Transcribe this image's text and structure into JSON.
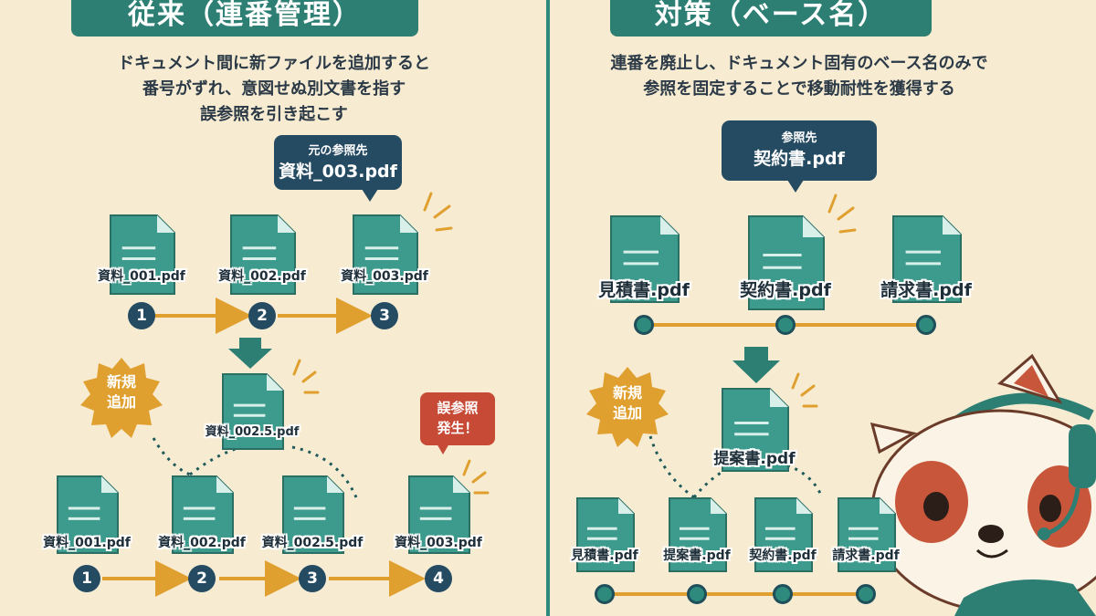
{
  "left": {
    "title": "従来（連番管理）",
    "desc": [
      "ドキュメント間に新ファイルを追加すると",
      "番号がずれ、意図せぬ別文書を指す",
      "誤参照を引き起こす"
    ],
    "callout": {
      "line1": "元の参照先",
      "line2": "資料_003.pdf"
    },
    "top_files": [
      "資料_001.pdf",
      "資料_002.pdf",
      "資料_003.pdf"
    ],
    "top_numbers": [
      "1",
      "2",
      "3"
    ],
    "new_badge": [
      "新規",
      "追加"
    ],
    "inserted_file": "資料_002.5.pdf",
    "error_badge": [
      "誤参照",
      "発生！"
    ],
    "bottom_files": [
      "資料_001.pdf",
      "資料_002.pdf",
      "資料_002.5.pdf",
      "資料_003.pdf"
    ],
    "bottom_numbers": [
      "1",
      "2",
      "3",
      "4"
    ]
  },
  "right": {
    "title": "対策（ベース名）",
    "desc": [
      "連番を廃止し、ドキュメント固有のベース名のみで",
      "参照を固定することで移動耐性を獲得する"
    ],
    "callout": {
      "line1": "参照先",
      "line2": "契約書.pdf"
    },
    "top_files": [
      "見積書.pdf",
      "契約書.pdf",
      "請求書.pdf"
    ],
    "new_badge": [
      "新規",
      "追加"
    ],
    "inserted_file": "提案書.pdf",
    "bottom_files": [
      "見積書.pdf",
      "提案書.pdf",
      "契約書.pdf",
      "請求書.pdf"
    ]
  },
  "colors": {
    "doc": "#3d9b8d",
    "navy": "#254b63",
    "orange": "#e0a030",
    "red": "#c64a36",
    "teal": "#2d7f74",
    "bg": "#f7ecd2"
  },
  "icons": [
    "document-icon",
    "down-arrow-icon",
    "burst-badge-icon",
    "red-panda-mascot-icon"
  ]
}
